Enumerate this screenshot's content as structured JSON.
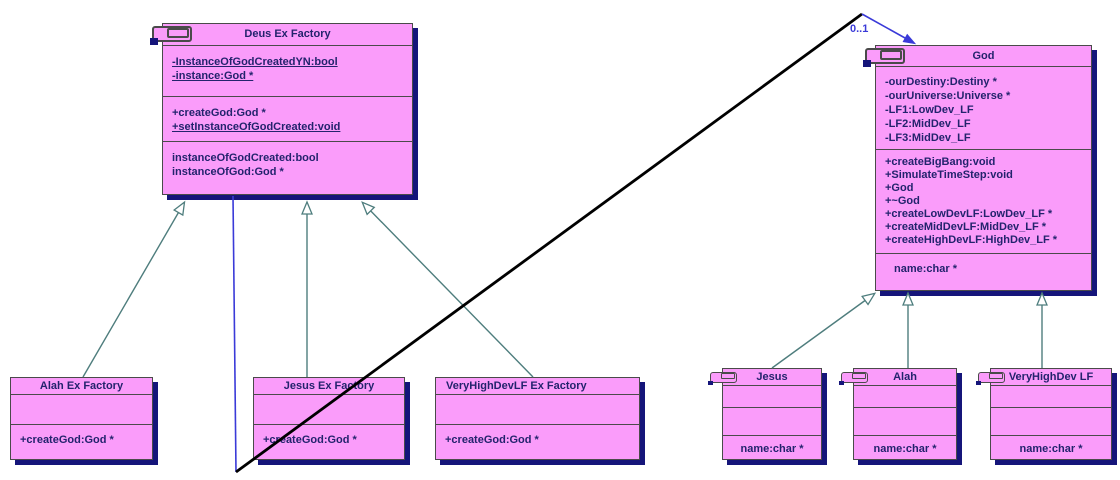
{
  "diagram_title": "UML class diagram - God factory pattern",
  "colors": {
    "background": "#FFFFFF",
    "class_fill": "#FA9CFA",
    "class_border": "#4A4A4A",
    "class_shadow": "#15157A",
    "text": "#23236D",
    "generalization_line": "#4E7D7D",
    "association_blue": "#3A3AD8",
    "association_black": "#000000"
  },
  "association": {
    "multiplicity_label": "0..1",
    "from": "Deus Ex Factory",
    "to": "God"
  },
  "classes": {
    "deus_factory": {
      "title": "Deus Ex Factory",
      "attributes": [
        {
          "text": "-InstanceOfGodCreatedYN:bool",
          "static": true
        },
        {
          "text": "-instance:God *",
          "static": true
        }
      ],
      "methods": [
        {
          "text": "+createGod:God *",
          "static": false
        },
        {
          "text": "+setInstanceOfGodCreated:void",
          "static": true
        }
      ],
      "properties": [
        {
          "text": "instanceOfGodCreated:bool"
        },
        {
          "text": "instanceOfGod:God *"
        }
      ]
    },
    "god": {
      "title": "God",
      "attributes": [
        {
          "text": "-ourDestiny:Destiny *"
        },
        {
          "text": "-ourUniverse:Universe *"
        },
        {
          "text": "-LF1:LowDev_LF"
        },
        {
          "text": "-LF2:MidDev_LF"
        },
        {
          "text": "-LF3:MidDev_LF"
        }
      ],
      "methods": [
        {
          "text": "+createBigBang:void"
        },
        {
          "text": "+SimulateTimeStep:void"
        },
        {
          "text": "+God"
        },
        {
          "text": "+~God"
        },
        {
          "text": "+createLowDevLF:LowDev_LF *"
        },
        {
          "text": "+createMidDevLF:MidDev_LF *"
        },
        {
          "text": "+createHighDevLF:HighDev_LF *"
        }
      ],
      "properties": [
        {
          "text": "name:char *"
        }
      ]
    },
    "alah_factory": {
      "title": "Alah Ex Factory",
      "methods": [
        {
          "text": "+createGod:God *"
        }
      ]
    },
    "jesus_factory": {
      "title": "Jesus Ex Factory",
      "methods": [
        {
          "text": "+createGod:God *"
        }
      ]
    },
    "veryhighdevlf_factory": {
      "title": "VeryHighDevLF Ex Factory",
      "methods": [
        {
          "text": "+createGod:God *"
        }
      ]
    },
    "jesus": {
      "title": "Jesus",
      "properties": [
        {
          "text": "name:char *"
        }
      ]
    },
    "alah": {
      "title": "Alah",
      "properties": [
        {
          "text": "name:char *"
        }
      ]
    },
    "veryhighdev_lf": {
      "title": "VeryHighDev LF",
      "properties": [
        {
          "text": "name:char *"
        }
      ]
    }
  }
}
